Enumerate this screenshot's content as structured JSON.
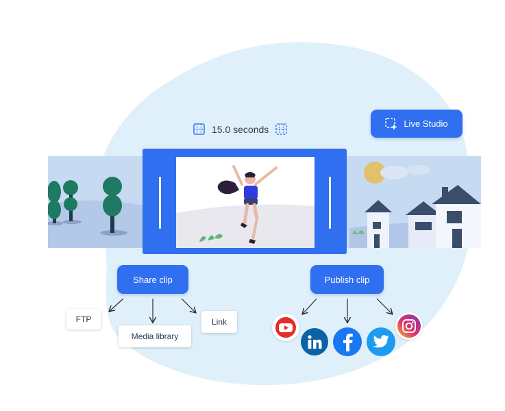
{
  "timeline": {
    "duration_label": "15.0 seconds"
  },
  "buttons": {
    "live_studio": "Live Studio",
    "share_clip": "Share clip",
    "publish_clip": "Publish clip"
  },
  "share_targets": [
    "FTP",
    "Media library",
    "Link"
  ],
  "publish_targets": [
    "youtube-icon",
    "linkedin-icon",
    "facebook-icon",
    "twitter-icon",
    "instagram-icon"
  ],
  "colors": {
    "accent": "#2f6ff0",
    "blob": "#dff0fb",
    "strip": "#c4d9f1",
    "youtube": "#e52d27",
    "linkedin": "#0b63a5",
    "facebook": "#1877f2",
    "twitter": "#1d9bf0"
  }
}
